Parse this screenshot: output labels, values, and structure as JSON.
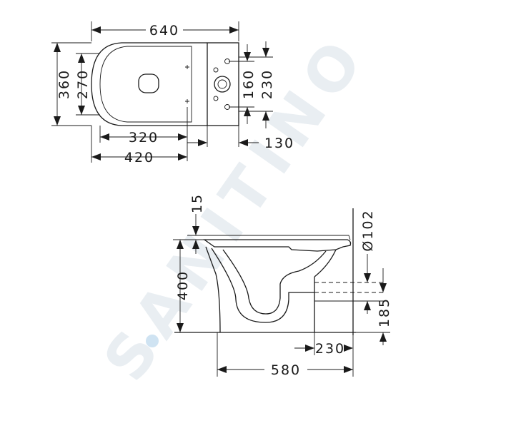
{
  "watermark": {
    "brand_text": "SANITINO"
  },
  "top_view": {
    "dimensions": {
      "total_length": "640",
      "total_width": "360",
      "bowl_width": "270",
      "fixing_to_center": "320",
      "fixing_to_rear": "420",
      "cistern_holes_spacing": "160",
      "cistern_width_holes": "230",
      "rear_offset": "130"
    }
  },
  "side_view": {
    "dimensions": {
      "rim_step": "15",
      "rim_height": "400",
      "outlet_diameter": "Ø102",
      "outlet_height": "185",
      "outlet_to_foot": "230",
      "total_depth": "580"
    }
  }
}
